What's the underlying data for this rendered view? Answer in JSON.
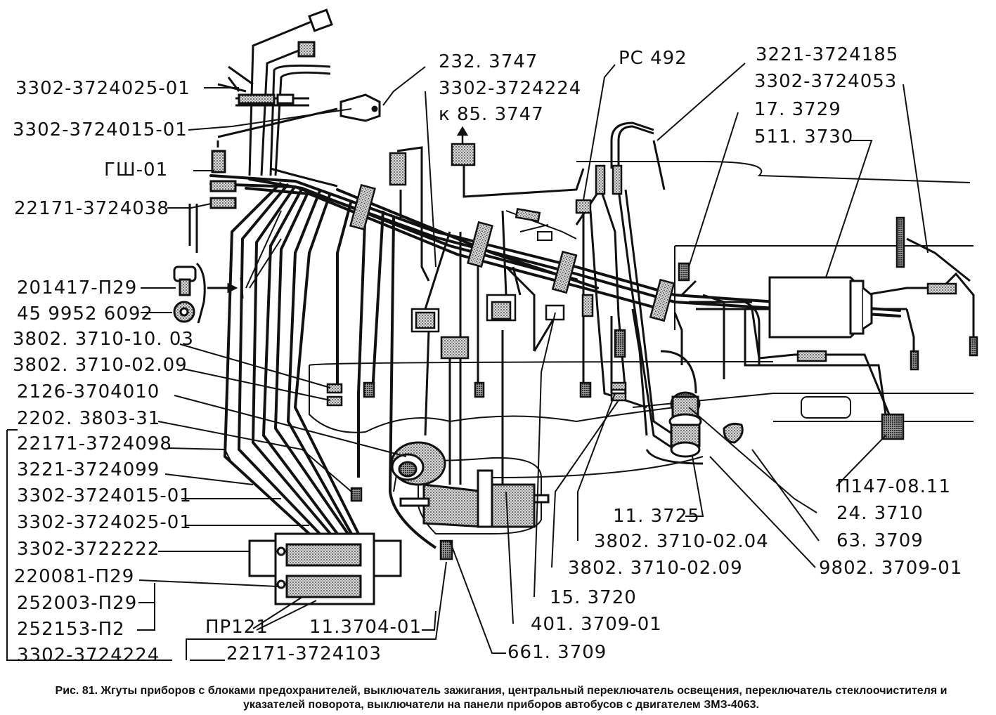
{
  "labels": {
    "l_3302_3724025_01_a": "3302-3724025-01",
    "l_3302_3724015_01_a": "3302-3724015-01",
    "l_gsh_01": "ГШ-01",
    "l_22171_3724038": "22171-3724038",
    "l_201417_p29": "201417-П29",
    "l_459952_6092": "45 9952 6092",
    "l_3802_3710_10_03": "3802. 3710-10. 03",
    "l_3802_3710_02_09_a": "3802. 3710-02.09",
    "l_2126_3704010": "2126-3704010",
    "l_2202_3803_31": "2202. 3803-31",
    "l_22171_3724098": "22171-3724098",
    "l_3221_3724099": "3221-3724099",
    "l_3302_3724015_01_b": "3302-3724015-01",
    "l_3302_3724025_01_b": "3302-3724025-01",
    "l_3302_3722222": "3302-3722222",
    "l_220081_p29": "220081-П29",
    "l_252003_p29": "252003-П29",
    "l_252153_p2": "252153-П2",
    "l_3302_3724224_b": "3302-3724224",
    "l_232_3747": "232. 3747",
    "l_3302_3724224_a": "3302-3724224",
    "l_k85_3747": "к 85. 3747",
    "l_pc492": "PC 492",
    "l_3221_3724185": "3221-3724185",
    "l_3302_3724053": "3302-3724053",
    "l_17_3729": "17. 3729",
    "l_511_3730": "511. 3730",
    "l_p147_08_11": "П147-08.11",
    "l_24_3710": "24. 3710",
    "l_11_3725": "11. 3725",
    "l_63_3709": "63. 3709",
    "l_3802_3710_02_04": "3802. 3710-02.04",
    "l_3802_3710_02_09_b": "3802. 3710-02.09",
    "l_9802_3709_01": "9802. 3709-01",
    "l_15_3720": "15. 3720",
    "l_401_3709_01": "401. 3709-01",
    "l_661_3709": "661. 3709",
    "l_pr121": "ПР121",
    "l_11_3704_01": "11.3704-01",
    "l_22171_3724103": "22171-3724103"
  },
  "caption": {
    "line1": "Рис. 81. Жгуты приборов с блоками предохранителей, выключатель зажигания, центральный переключатель освещения, переключатель стеклоочистителя и",
    "line2": "указателей поворота, выключатели на панели приборов автобусов с двигателем ЗМЗ-4063."
  }
}
